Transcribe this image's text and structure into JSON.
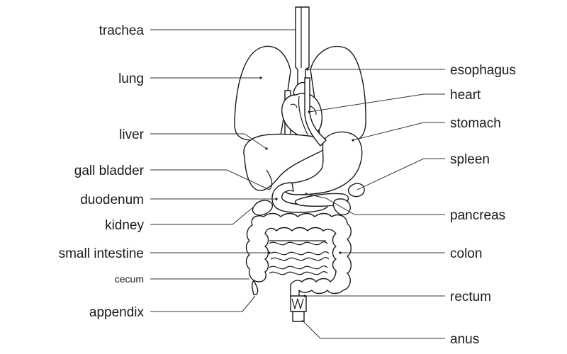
{
  "labels_left": [
    {
      "id": "trachea",
      "text": "trachea"
    },
    {
      "id": "lung",
      "text": "lung"
    },
    {
      "id": "liver",
      "text": "liver"
    },
    {
      "id": "gall-bladder",
      "text": "gall bladder"
    },
    {
      "id": "duodenum",
      "text": "duodenum"
    },
    {
      "id": "kidney",
      "text": "kidney"
    },
    {
      "id": "small-intestine",
      "text": "small intestine"
    },
    {
      "id": "cecum",
      "text": "cecum"
    },
    {
      "id": "appendix",
      "text": "appendix"
    }
  ],
  "labels_right": [
    {
      "id": "esophagus",
      "text": "esophagus"
    },
    {
      "id": "heart",
      "text": "heart"
    },
    {
      "id": "stomach",
      "text": "stomach"
    },
    {
      "id": "spleen",
      "text": "spleen"
    },
    {
      "id": "pancreas",
      "text": "pancreas"
    },
    {
      "id": "colon",
      "text": "colon"
    },
    {
      "id": "rectum",
      "text": "rectum"
    },
    {
      "id": "anus",
      "text": "anus"
    }
  ],
  "colors": {
    "line": "#1a1a1a",
    "fill": "#ffffff",
    "background": "#ffffff"
  }
}
